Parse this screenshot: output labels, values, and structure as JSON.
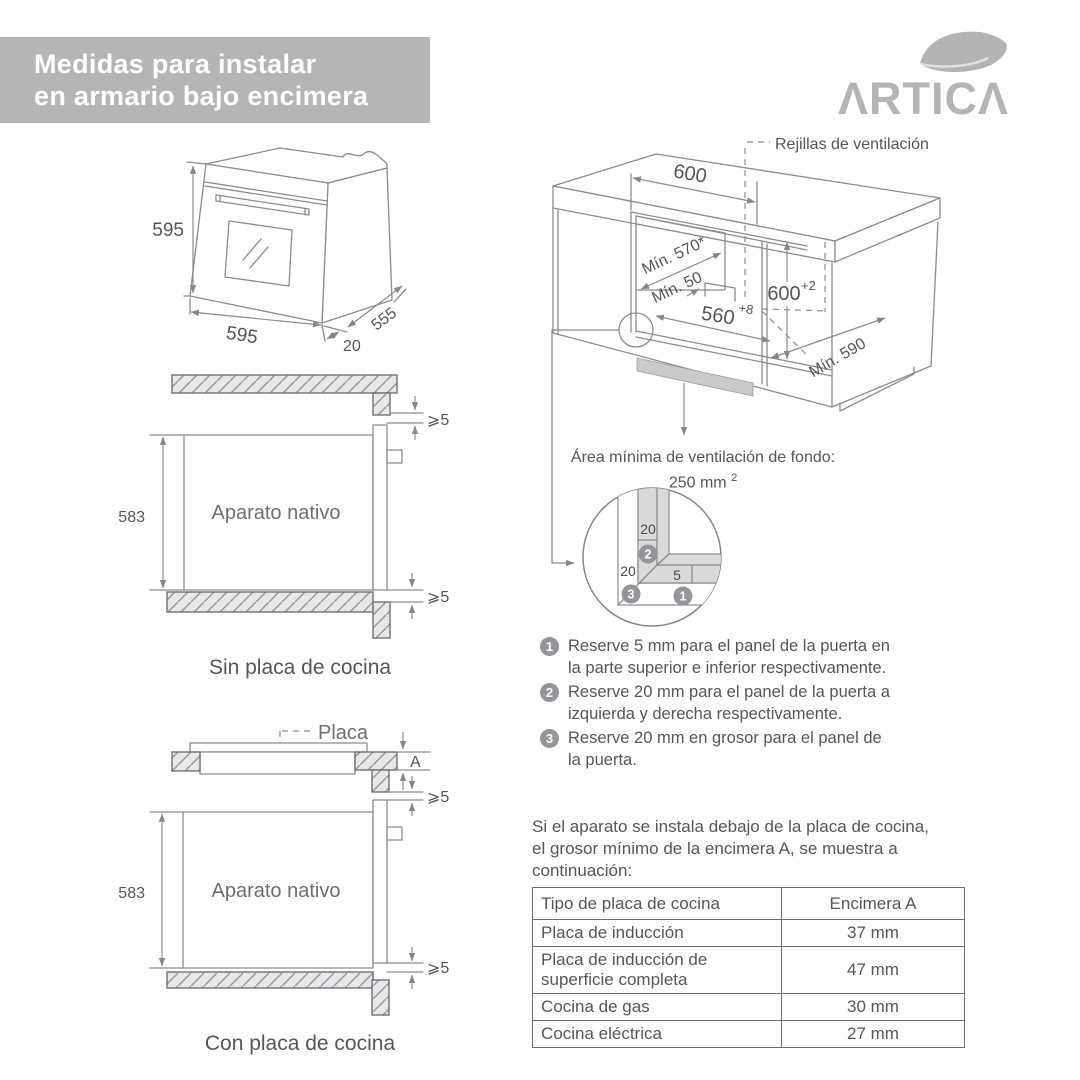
{
  "colors": {
    "header_bg": "#b4b5b7",
    "logo_gray": "#b3b4b6",
    "line_gray": "#8a8c8e",
    "text_gray": "#58595b",
    "badge_gray": "#939598"
  },
  "header": {
    "title_line1": "Medidas para instalar",
    "title_line2": "en armario bajo encimera",
    "brand": "ΛRTICΛ",
    "brand_name": "ARTICA"
  },
  "oven": {
    "height": "595",
    "width": "595",
    "depth": "555",
    "door_offset": "20"
  },
  "cabinet": {
    "vent_grilles_label": "Rejillas de ventilación",
    "top_width": "600",
    "min_depth": "Mín. 570*",
    "min_gap": "Mín. 50",
    "niche_height": "600",
    "niche_height_tol": "+2",
    "niche_width": "560",
    "niche_width_tol": "+8",
    "min_depth_right": "Mín. 590",
    "vent_area_line1": "Área mínima de ventilación de fondo:",
    "vent_area_value": "250 mm",
    "vent_area_sup": "2"
  },
  "detail": {
    "top_gap": "20",
    "side_gap": "20",
    "bottom_gap": "5",
    "badge_1": "1",
    "badge_2": "2",
    "badge_3": "3"
  },
  "notes": [
    {
      "num": "1",
      "text": "Reserve 5 mm para el panel de la puerta en la parte superior e inferior respectivamente."
    },
    {
      "num": "2",
      "text": "Reserve 20 mm para el panel de la puerta a izquierda y derecha respectivamente."
    },
    {
      "num": "3",
      "text": "Reserve 20 mm en grosor para el panel de la puerta."
    }
  ],
  "sin_placa": {
    "height": "583",
    "appliance_label": "Aparato nativo",
    "gap_top": "⩾5",
    "gap_bottom": "⩾5",
    "caption": "Sin placa de cocina"
  },
  "con_placa": {
    "height": "583",
    "appliance_label": "Aparato nativo",
    "hob_label": "Placa",
    "worktop_thickness": "A",
    "gap_top": "⩾5",
    "gap_bottom": "⩾5",
    "caption": "Con placa de cocina"
  },
  "hob_table": {
    "intro_line1": "Si el aparato se instala debajo de la placa de cocina,",
    "intro_line2": "el grosor mínimo de la encimera A, se muestra a",
    "intro_line3": "continuación:",
    "col_type": "Tipo de placa de cocina",
    "col_thickness": "Encimera A",
    "rows": [
      {
        "type": "Placa de inducción",
        "value": "37 mm"
      },
      {
        "type": "Placa de inducción de superficie completa",
        "value": "47 mm"
      },
      {
        "type": "Cocina de gas",
        "value": "30 mm"
      },
      {
        "type": "Cocina eléctrica",
        "value": "27 mm"
      }
    ]
  }
}
